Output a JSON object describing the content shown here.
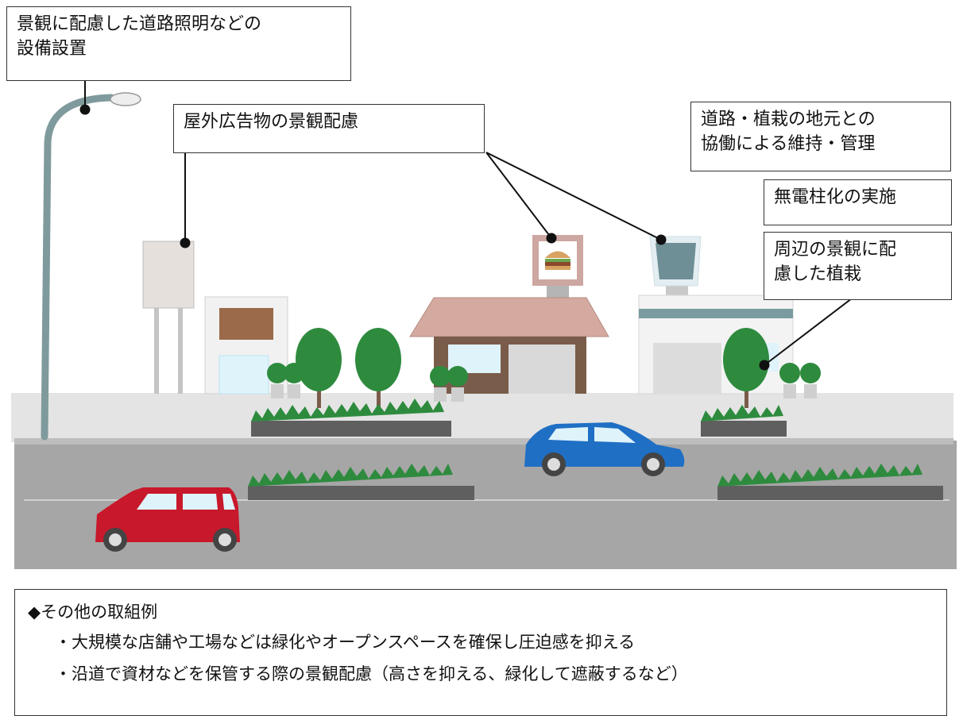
{
  "callouts": {
    "lighting": {
      "lines": [
        "景観に配慮した道路照明などの",
        "設備設置"
      ]
    },
    "signage": {
      "lines": [
        "屋外広告物の景観配慮"
      ]
    },
    "community": {
      "lines": [
        "道路・植栽の地元との",
        "協働による維持・管理"
      ]
    },
    "underground": {
      "lines": [
        "無電柱化の実施"
      ]
    },
    "planting": {
      "lines": [
        "周辺の景観に配",
        "慮した植栽"
      ]
    }
  },
  "other_examples": {
    "heading": "◆その他の取組例",
    "items": [
      "・大規模な店舗や工場などは緑化やオープンスペースを確保し圧迫感を抑える",
      "・沿道で資材などを保管する際の景観配慮（高さを抑える、緑化して遮蔽するなど）"
    ]
  },
  "colors": {
    "road": "#a6a6a6",
    "sidewalk": "#e2e2e2",
    "tree": "#2e8b3e",
    "red_car": "#c8182b",
    "blue_car": "#1f6fc4",
    "shop_roof": "#d4a9a0",
    "shop_wall": "#7a5c4a"
  },
  "icons": {
    "billboard_image": "hamburger-icon"
  }
}
